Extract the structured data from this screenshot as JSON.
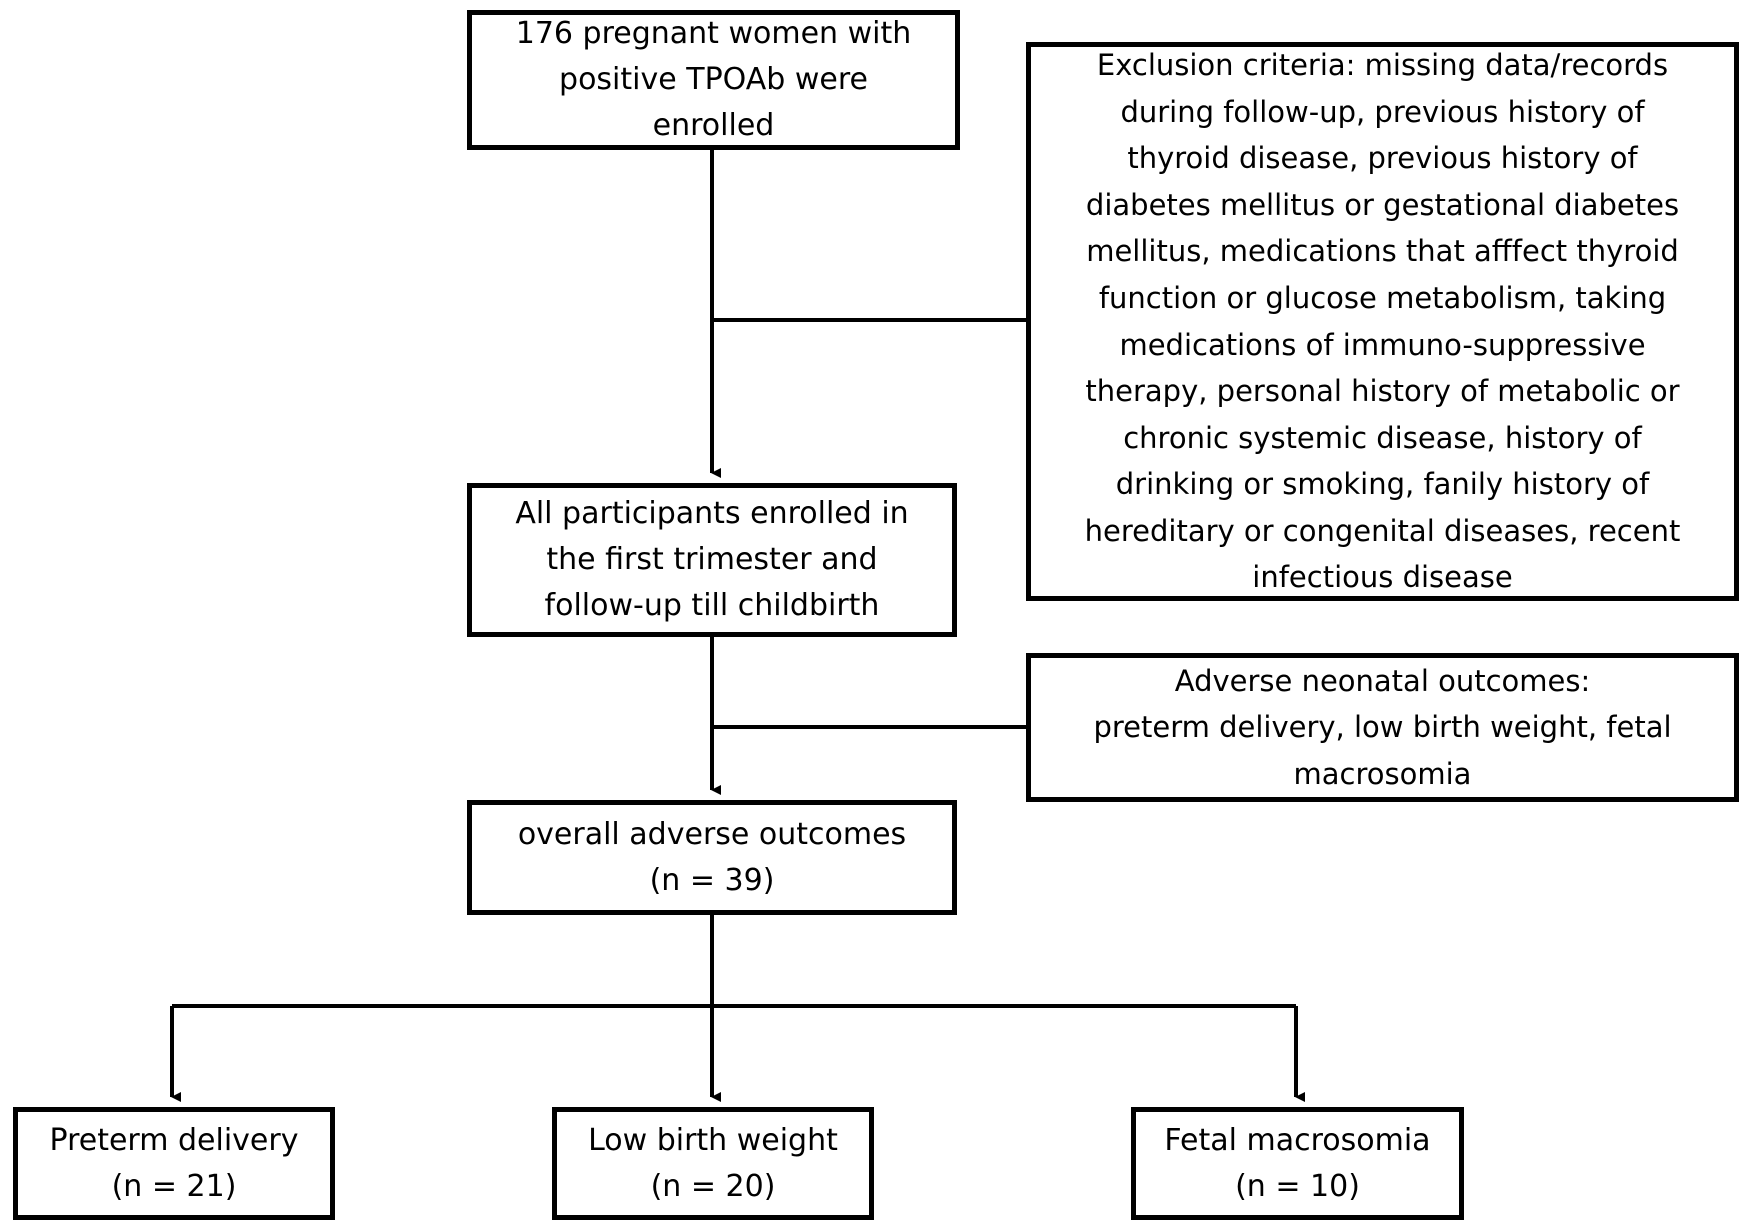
{
  "enrolled": {
    "lines": [
      "176 pregnant women with",
      "positive TPOAb were",
      "enrolled"
    ]
  },
  "exclusion": {
    "lines": [
      "Exclusion criteria: missing data/records",
      "during follow-up, previous history of",
      "thyroid disease, previous history of",
      "diabetes mellitus or gestational diabetes",
      "mellitus, medications that afffect thyroid",
      "function or glucose metabolism, taking",
      "medications of immuno-suppressive",
      "therapy, personal history of metabolic or",
      "chronic systemic disease, history of",
      "drinking or smoking, fanily history of",
      "hereditary or congenital diseases, recent",
      "infectious disease"
    ]
  },
  "participants": {
    "lines": [
      "All participants enrolled in",
      "the first trimester and",
      "follow-up till childbirth"
    ]
  },
  "adverse_def": {
    "lines": [
      "Adverse neonatal outcomes:",
      "preterm delivery, low birth weight, fetal",
      "macrosomia"
    ]
  },
  "overall": {
    "lines": [
      "overall adverse outcomes",
      "(n = 39)"
    ]
  },
  "outcomes": [
    {
      "label": "Preterm delivery",
      "count": "(n = 21)"
    },
    {
      "label": "Low birth weight",
      "count": "(n = 20)"
    },
    {
      "label": "Fetal macrosomia",
      "count": "(n = 10)"
    }
  ]
}
